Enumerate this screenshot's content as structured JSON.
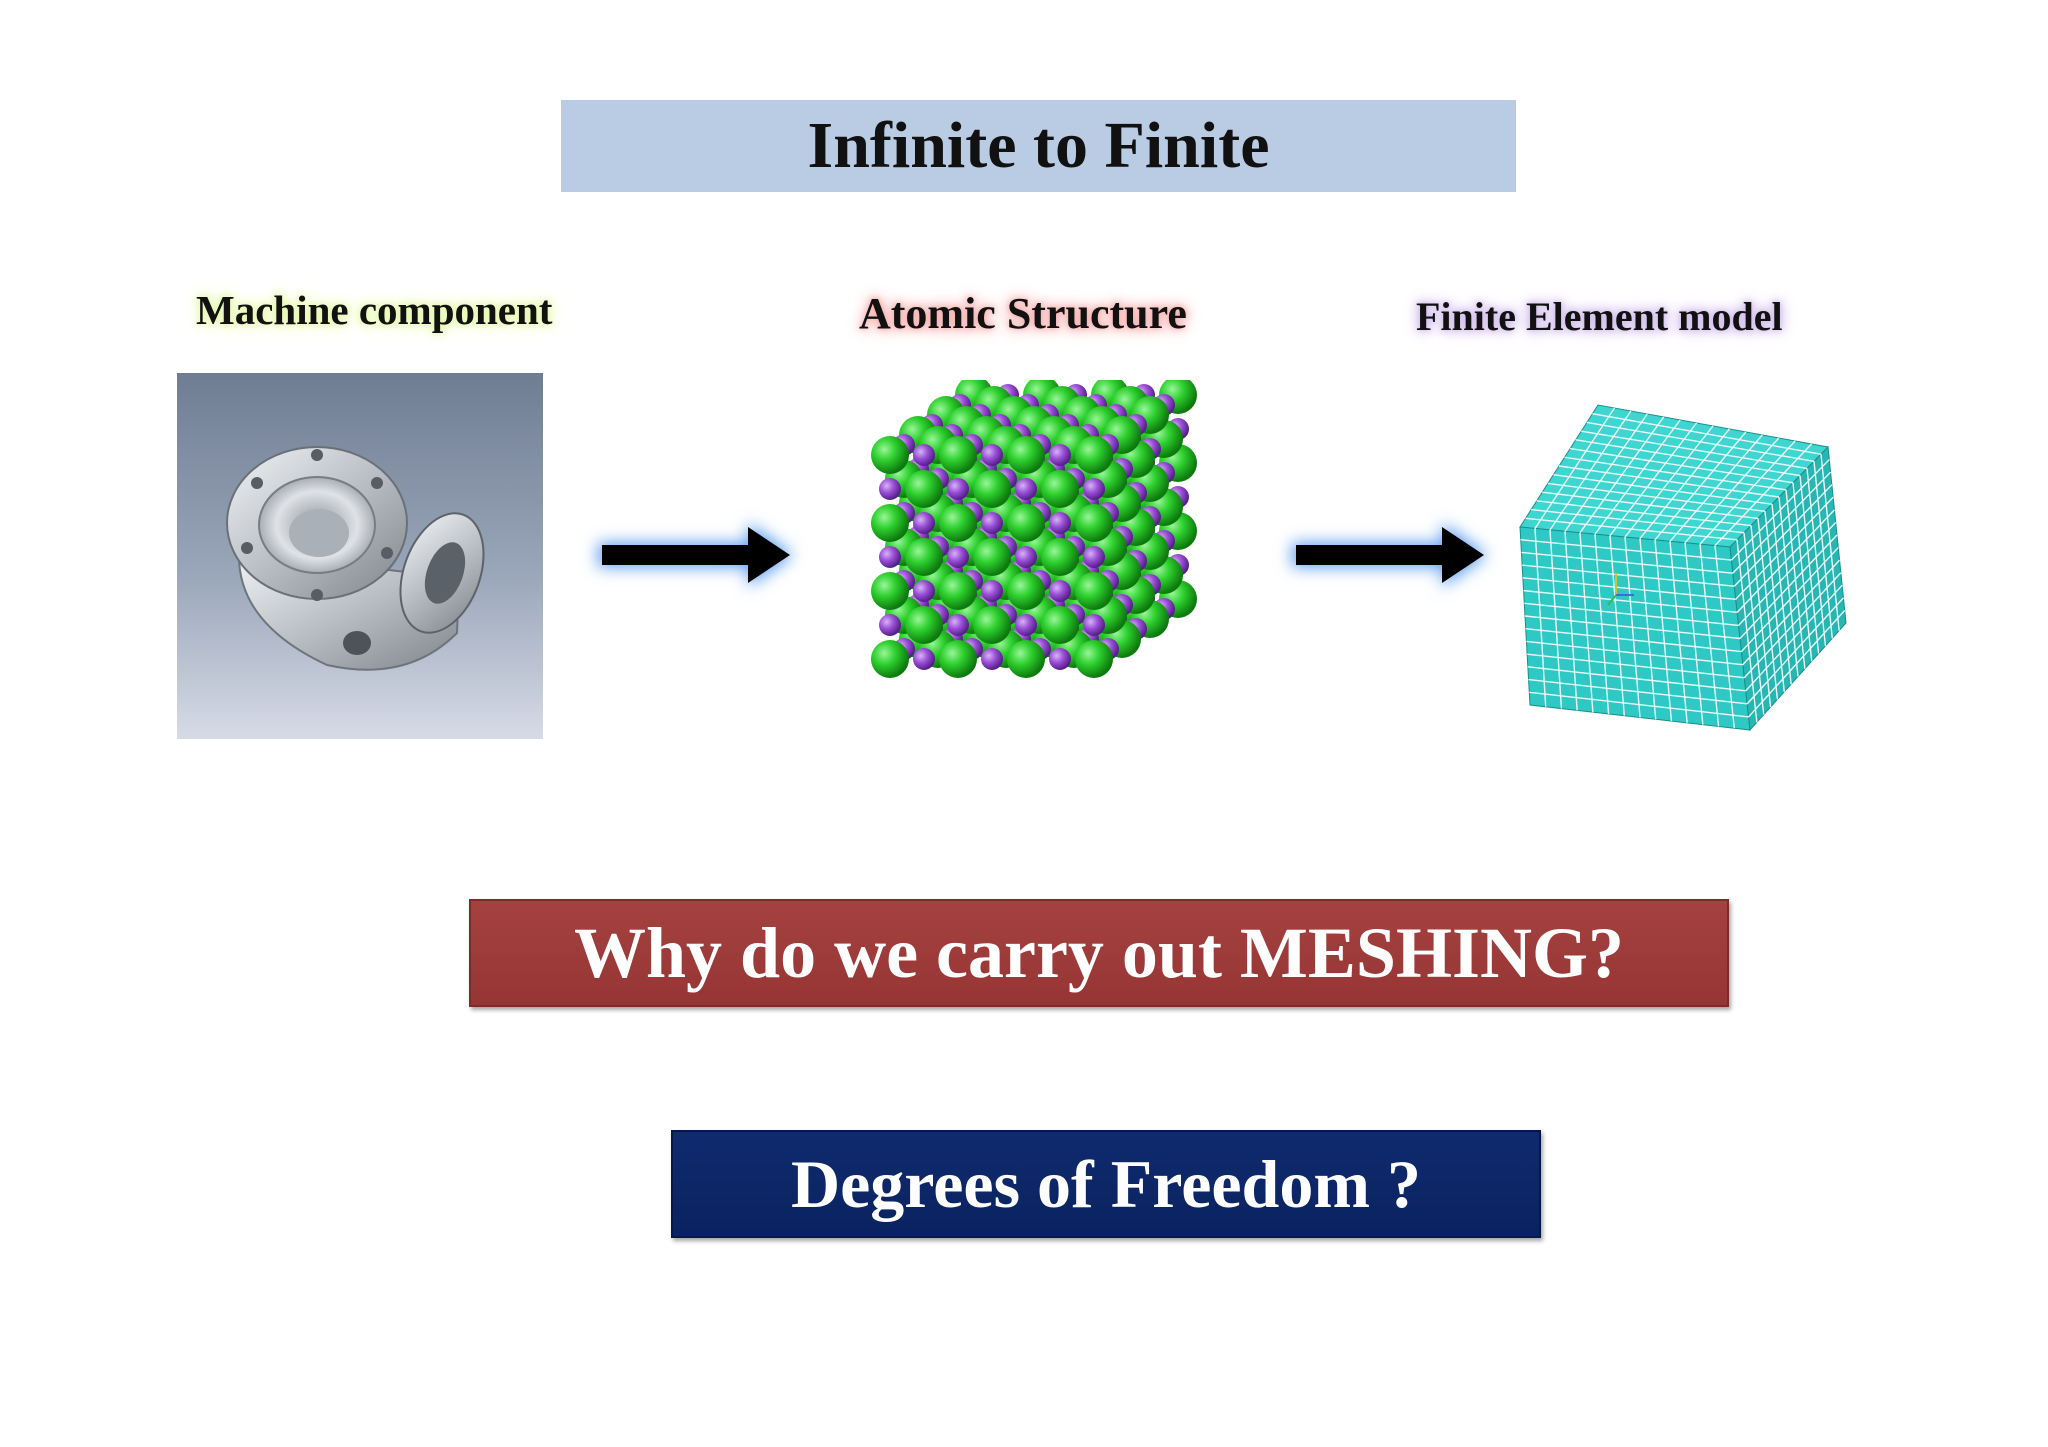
{
  "slide": {
    "title": "Infinite to Finite",
    "panels": [
      {
        "caption": "Machine component",
        "image": "machine-component-photo"
      },
      {
        "caption": "Atomic Structure",
        "image": "atomic-lattice-cube"
      },
      {
        "caption": "Finite Element model",
        "image": "meshed-cube-model"
      }
    ],
    "arrows": [
      "right-arrow-icon",
      "right-arrow-icon"
    ],
    "questions": {
      "meshing": "Why do we carry out MESHING?",
      "dof": "Degrees of Freedom ?"
    }
  },
  "colors": {
    "title_bg": "#b9cce4",
    "meshing_bg": "#a54241",
    "dof_bg": "#0f2b6e",
    "atom_green": "#2fd12f",
    "atom_purple": "#9a4fd6",
    "mesh_teal": "#2ec9c4"
  }
}
